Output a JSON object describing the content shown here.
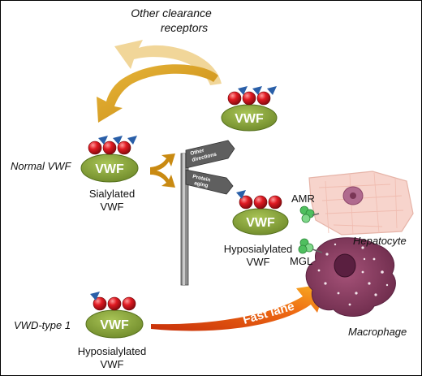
{
  "labels": {
    "other_clearance": [
      "Other clearance",
      "receptors"
    ],
    "normal_vwf": "Normal VWF",
    "vwd_type1": "VWD-type 1",
    "sialylated": [
      "Sialylated",
      "VWF"
    ],
    "hyposialylated_mid": [
      "Hyposialylated",
      "VWF"
    ],
    "hyposialylated_bottom": [
      "Hyposialylated",
      "VWF"
    ],
    "amr": "AMR",
    "mgl": "MGL",
    "hepatocyte": "Hepatocyte",
    "macrophage": "Macrophage",
    "fast_lane": "Fast lane",
    "sign_top": [
      "Other",
      "directions"
    ],
    "sign_bottom": [
      "Protein",
      "aging"
    ],
    "vwf": "VWF"
  },
  "colors": {
    "vwf_body": "#8aa63a",
    "bead_red": "#d8141c",
    "sialic_blue": "#2a5fa8",
    "gold_arrow": "#d9a520",
    "orange_arrow": "#e8600f",
    "hepatocyte_pink": "#f6cfc6",
    "macrophage_purple": "#8a3f62",
    "signpost_gray": "#6e6e6e"
  }
}
